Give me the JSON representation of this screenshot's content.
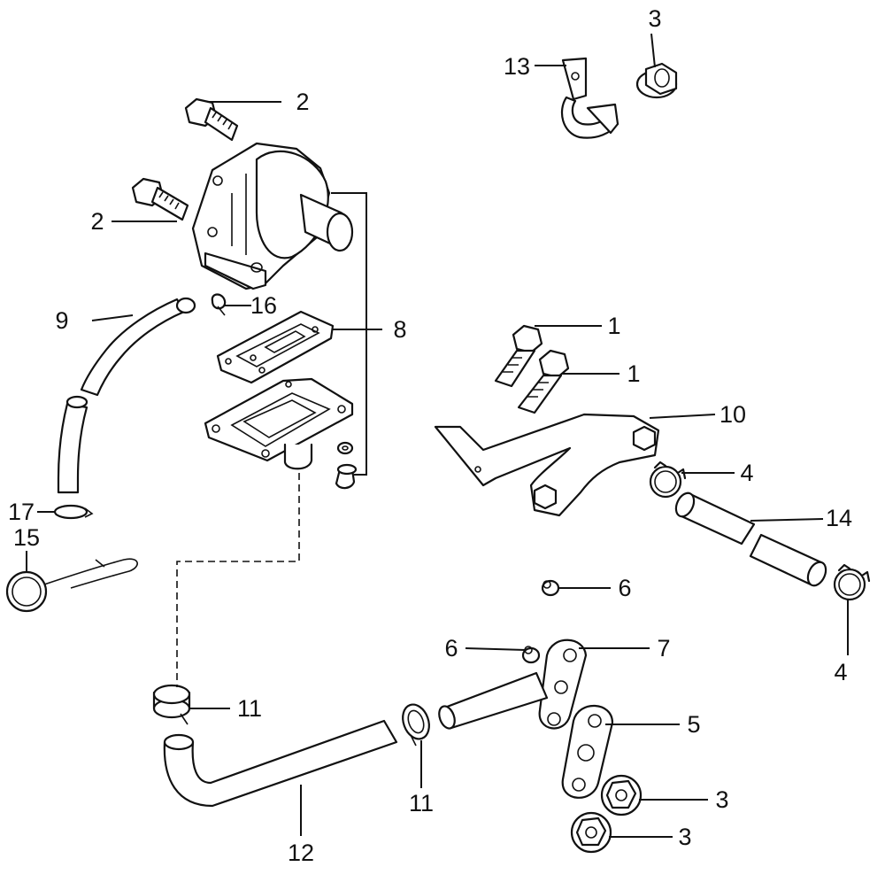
{
  "callouts": {
    "c1a": "1",
    "c1b": "1",
    "c2a": "2",
    "c2b": "2",
    "c3a": "3",
    "c3b": "3",
    "c3c": "3",
    "c4a": "4",
    "c4b": "4",
    "c5": "5",
    "c6a": "6",
    "c6b": "6",
    "c7": "7",
    "c8": "8",
    "c9": "9",
    "c10": "10",
    "c11a": "11",
    "c11b": "11",
    "c12": "12",
    "c13": "13",
    "c14": "14",
    "c15": "15",
    "c16": "16",
    "c17": "17"
  }
}
